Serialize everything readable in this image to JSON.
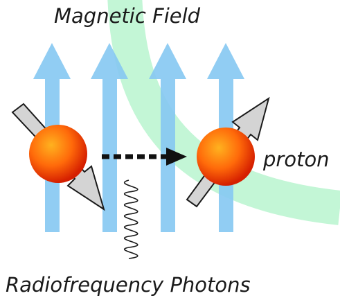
{
  "labels": {
    "magnetic_field": "Magnetic Field",
    "proton": "proton",
    "radiofrequency_photons": "Radiofrequency Photons"
  },
  "colors": {
    "field_arrow": "#88c9f2",
    "green_band": "#b8f5cf",
    "proton_core": "#ff9a1a",
    "proton_edge": "#d51f00",
    "spin_arrow_fill": "#d4d4d4",
    "spin_arrow_stroke": "#1a1a1a",
    "transition_arrow": "#111111",
    "photon_wave": "#1a1a1a",
    "background": "#ffffff"
  }
}
